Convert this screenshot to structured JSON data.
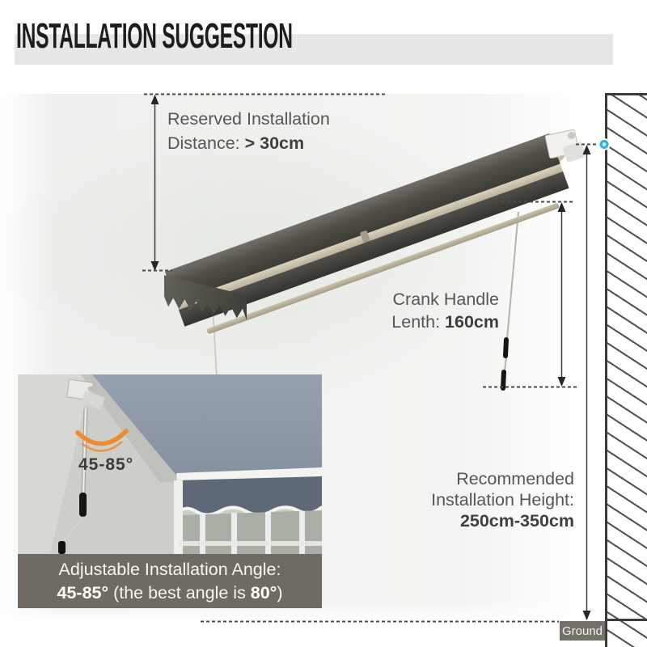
{
  "title": "INSTALLATION SUGGESTION",
  "annotations": {
    "reserved": {
      "line1": "Reserved Installation",
      "line2_label": "Distance: ",
      "line2_value": "> 30cm"
    },
    "crank": {
      "line1": "Crank Handle",
      "line2_label": "Lenth: ",
      "line2_value": "160cm"
    },
    "height": {
      "line1": "Recommended",
      "line2": "Installation Height:",
      "line3": "250cm-350cm"
    },
    "ground": "Ground"
  },
  "inset": {
    "angle_label": "45-85°",
    "caption": {
      "line1": "Adjustable Installation Angle:",
      "bold1": "45-85°",
      "mid": " (the best angle is ",
      "bold2": "80°",
      "end": ")"
    }
  },
  "colors": {
    "accent_cyan": "#2ab5dc",
    "accent_orange": "#ee8a2f",
    "caption_bg": "#6a665e",
    "ground_bg": "#74706a",
    "fabric_dark": "#45443f",
    "frame_beige": "#cdc5b0",
    "hatch_line": "#55554f",
    "title_bar": "#e7e7e5",
    "text_gray": "#565654",
    "photo_bg": "#f0f2ef"
  },
  "icons": {
    "arrows": "measure-arrowhead",
    "dot": "wall-mount-dot",
    "arc": "angle-range-arc"
  }
}
